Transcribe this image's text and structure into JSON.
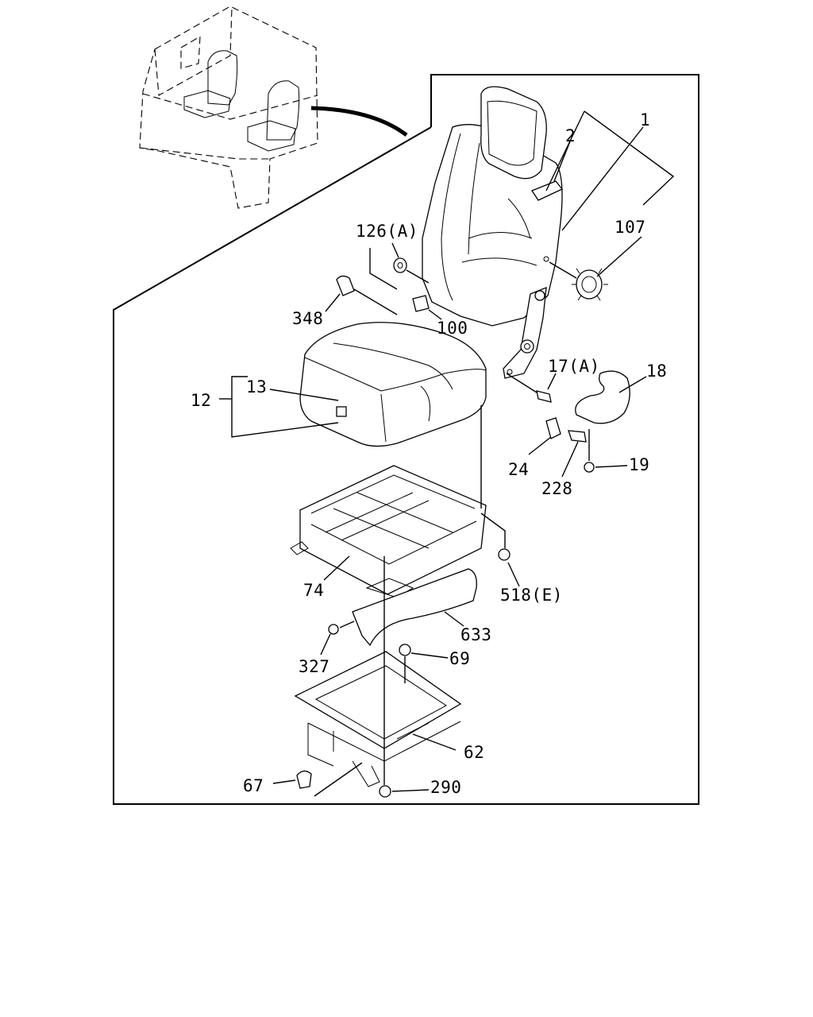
{
  "callouts": {
    "c1": "1",
    "c2": "2",
    "c107": "107",
    "c126": "126(A)",
    "c348": "348",
    "c100": "100",
    "c17": "17(A)",
    "c18": "18",
    "c12": "12",
    "c13": "13",
    "c24": "24",
    "c228": "228",
    "c19": "19",
    "c74": "74",
    "c518": "518(E)",
    "c633": "633",
    "c327": "327",
    "c69": "69",
    "c62": "62",
    "c67": "67",
    "c290": "290"
  }
}
